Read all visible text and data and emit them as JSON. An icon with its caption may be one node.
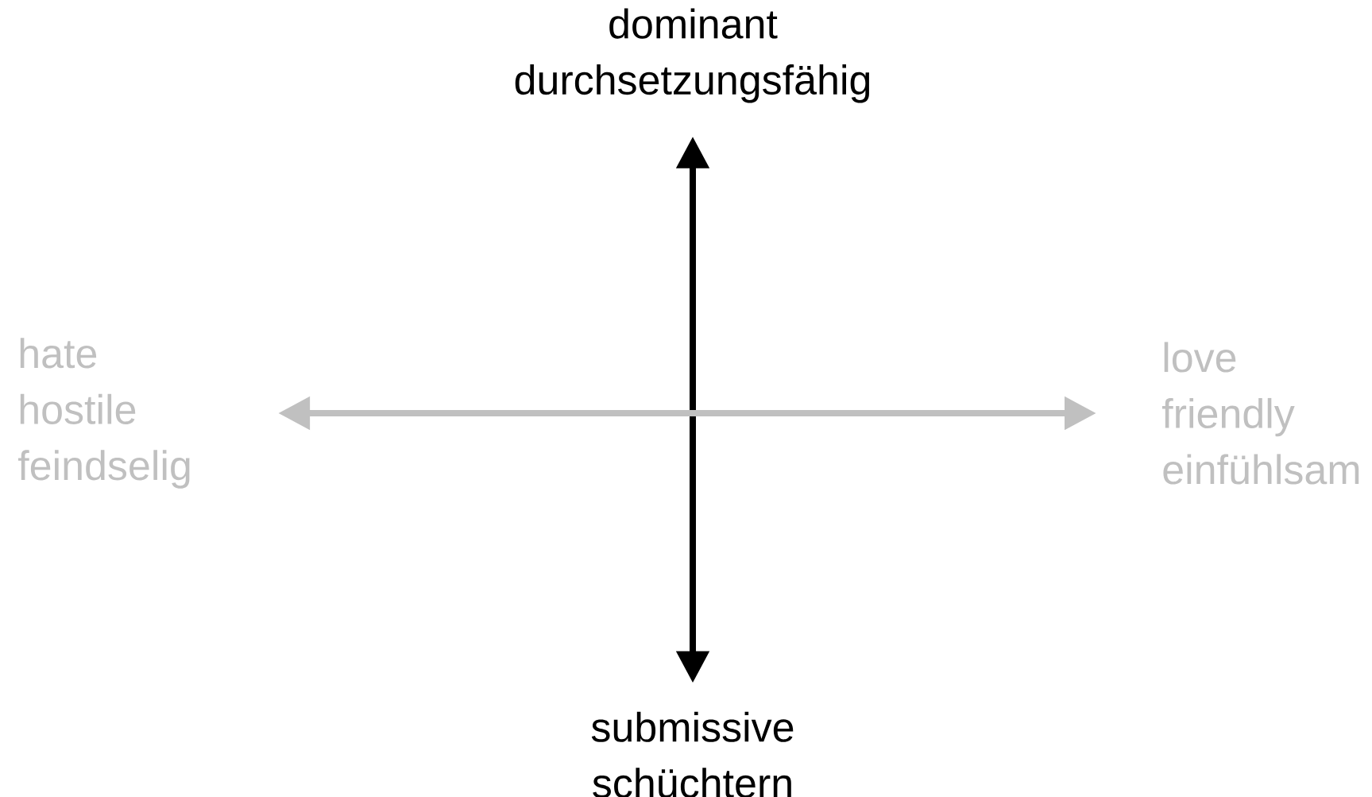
{
  "diagram": {
    "nodes": [
      {
        "text": [
          "dominant",
          "durchsetzungsfähig"
        ]
      },
      {
        "text": [
          "submissive",
          "schüchtern"
        ]
      },
      {
        "text": [
          "hate",
          "hostile",
          "feindselig"
        ]
      },
      {
        "text": [
          "love",
          "friendly",
          "einfühlsam"
        ]
      }
    ],
    "edges": [
      {
        "from": 0,
        "to": 1,
        "arrow": "both"
      },
      {
        "from": 2,
        "to": 3,
        "arrow": "both",
        "color": "#c0c0c0"
      }
    ]
  }
}
